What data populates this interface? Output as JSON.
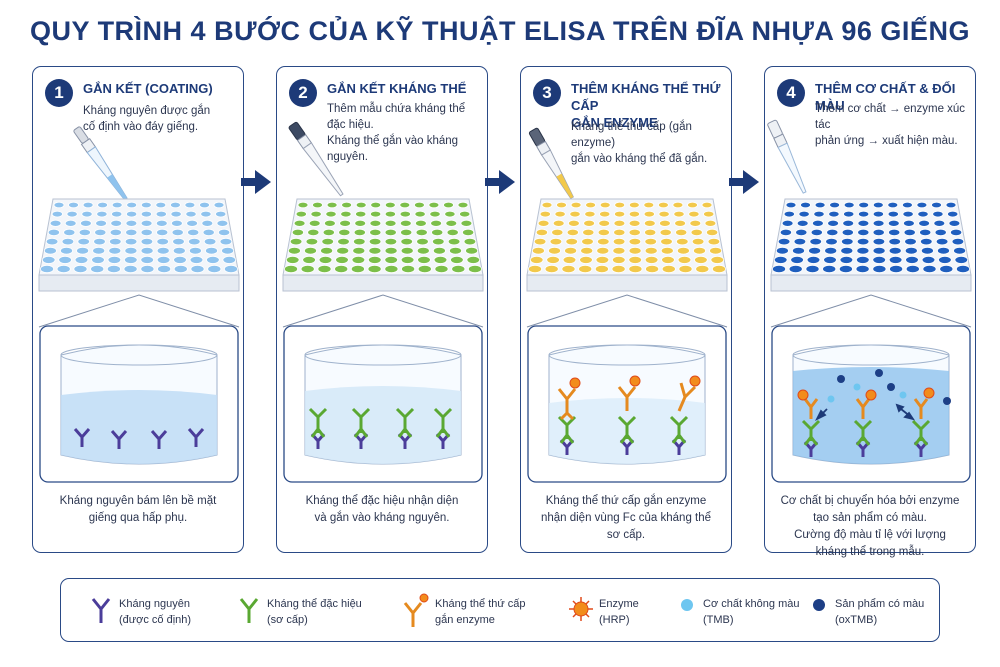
{
  "title": "QUY TRÌNH 4 BƯỚC CỦA KỸ THUẬT ELISA TRÊN ĐĨA NHỰA 96 GIẾNG",
  "colors": {
    "step1": "#8fc3ee",
    "step2": "#7cbf4a",
    "step3": "#f2c94c",
    "step4": "#1f5fbf",
    "navy": "#1d3a78"
  },
  "steps": [
    {
      "number": "1",
      "title": "GẮN KẾT (COATING)",
      "desc_lines": [
        "Kháng nguyên được gắn",
        "cố định vào đáy giếng."
      ],
      "caption_lines": [
        "Kháng nguyên bám lên bề mặt",
        "giếng qua hấp phụ."
      ]
    },
    {
      "number": "2",
      "title": "GẮN KẾT KHÁNG THỂ",
      "desc_lines": [
        "Thêm mẫu chứa kháng thể đặc hiệu.",
        "Kháng thể gắn vào kháng nguyên."
      ],
      "caption_lines": [
        "Kháng thể đặc hiệu nhận diện",
        "và gắn vào kháng nguyên."
      ]
    },
    {
      "number": "3",
      "title_lines": [
        "THÊM KHÁNG THỂ THỨ CẤP",
        "GẮN ENZYME"
      ],
      "desc_lines": [
        "Kháng thể thứ cấp (gắn enzyme)",
        "gắn vào kháng thể đã gắn."
      ],
      "caption_lines": [
        "Kháng thể thứ cấp gắn enzyme",
        "nhận diện vùng Fc của kháng thể",
        "sơ cấp."
      ]
    },
    {
      "number": "4",
      "title": "THÊM CƠ CHẤT & ĐỔI MÀU",
      "desc_lines": [
        "Thêm cơ chất → enzyme xúc tác",
        "phản ứng → xuất hiện màu."
      ],
      "caption_lines": [
        "Cơ chất bị chuyển hóa bởi enzyme",
        "tạo sản phẩm có màu.",
        "Cường độ màu tỉ lệ với lượng",
        "kháng thể trong mẫu."
      ]
    }
  ],
  "legend": [
    {
      "icon": "antigen-icon",
      "lines": [
        "Kháng nguyên",
        "(được cố định)"
      ]
    },
    {
      "icon": "primary-antibody-icon",
      "lines": [
        "Kháng thể đặc hiệu",
        "(sơ cấp)"
      ]
    },
    {
      "icon": "secondary-antibody-icon",
      "lines": [
        "Kháng thể thứ cấp",
        "gắn enzyme"
      ]
    },
    {
      "icon": "enzyme-icon",
      "lines": [
        "Enzyme",
        "(HRP)"
      ]
    },
    {
      "icon": "substrate-icon",
      "lines": [
        "Cơ chất không màu",
        "(TMB)"
      ]
    },
    {
      "icon": "product-icon",
      "lines": [
        "Sản phẩm có màu",
        "(oxTMB)"
      ]
    }
  ]
}
